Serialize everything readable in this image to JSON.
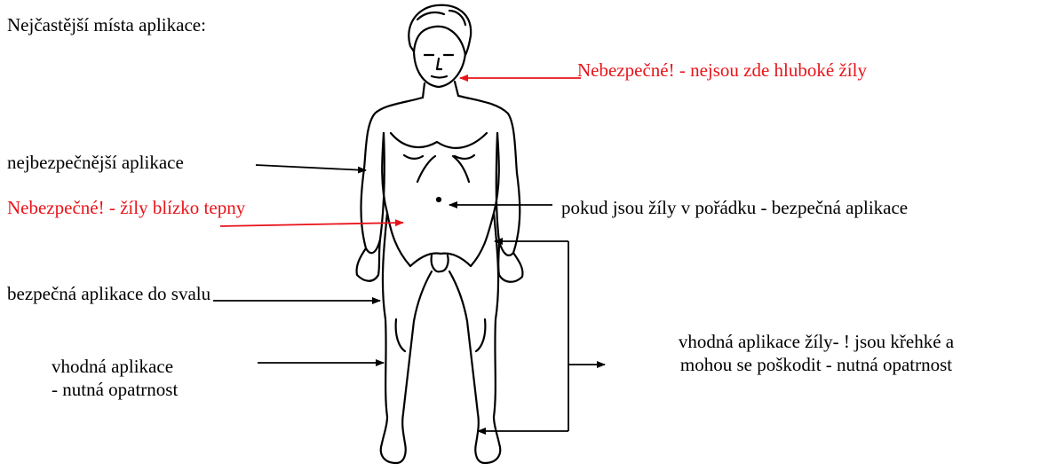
{
  "title": "Nejčastější místa aplikace:",
  "colors": {
    "danger": "#e8131a",
    "safe": "#000000"
  },
  "figure": {
    "icon": "human-body-outline-icon"
  },
  "labels": {
    "neck": "Nebezpečné! - nejsou zde hluboké žíly",
    "arm": "nejbezpečnější aplikace",
    "groin": "Nebezpečné! - žíly blízko tepny",
    "abdomen": "pokud jsou žíly v pořádku - bezpečná aplikace",
    "thigh": "bezpečná aplikace do svalu",
    "shin_line1": "vhodná aplikace",
    "shin_line2": "- nutná opatrnost",
    "feet_line1": "vhodná aplikace žíly- ! jsou křehké a",
    "feet_line2": "mohou se poškodit - nutná opatrnost"
  }
}
